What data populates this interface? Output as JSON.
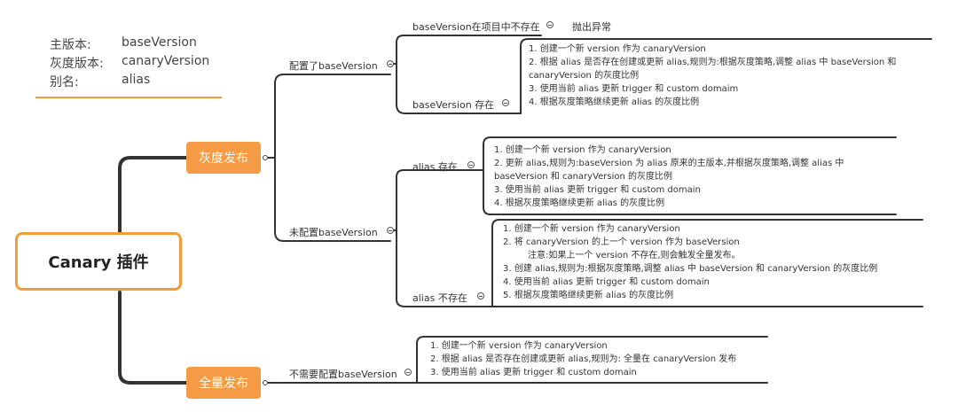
{
  "legend": {
    "rows": [
      {
        "key": "主版本:",
        "value": "baseVersion"
      },
      {
        "key": "灰度版本:",
        "value": "canaryVersion"
      },
      {
        "key": "别名:",
        "value": "alias"
      }
    ]
  },
  "root": {
    "label": "Canary 插件"
  },
  "canary_branch": {
    "label": "灰度发布",
    "configured": {
      "label": "配置了baseVersion",
      "not_exist": {
        "label": "baseVersion在项目中不存在",
        "result": "抛出异常"
      },
      "exists": {
        "label": "baseVersion 存在",
        "steps": [
          "1. 创建一个新 version 作为 canaryVersion",
          "2. 根据 alias 是否存在创建或更新 alias,规则为:根据灰度策略,调整 alias 中 baseVersion 和",
          "canaryVersion 的灰度比例",
          "3. 使用当前 alias 更新 trigger 和 custom domaim",
          "4. 根据灰度策略继续更新 alias 的灰度比例"
        ]
      }
    },
    "not_configured": {
      "label": "未配置baseVersion",
      "alias_exists": {
        "label": "alias 存在",
        "steps": [
          "1. 创建一个新 version 作为 canaryVersion",
          "2. 更新 alias,规则为:baseVersion 为 alias 原来的主版本,并根据灰度策略,调整 alias 中",
          "baseVersion 和 canaryVersion 的灰度比例",
          "3. 使用当前 alias 更新 trigger 和 custom domain",
          "4. 根据灰度策略继续更新 alias 的灰度比例"
        ]
      },
      "alias_missing": {
        "label": "alias 不存在",
        "steps": [
          "1. 创建一个新 version 作为 canaryVersion",
          "2. 将 canaryVersion 的上一个 version 作为 baseVersion",
          "注意:如果上一个 version 不存在,则会触发全量发布。",
          "3. 创建 alias,规则为:根据灰度策略,调整 alias 中 baseVersion 和 canaryVersion 的灰度比例",
          "4. 使用当前 alias 更新 trigger 和 custom domain",
          "5. 根据灰度策略继续更新 alias 的灰度比例"
        ]
      }
    }
  },
  "full_branch": {
    "label": "全量发布",
    "sub": {
      "label": "不需要配置baseVersion",
      "steps": [
        "1. 创建一个新 version 作为 canaryVersion",
        "2. 根据 alias 是否存在创建或更新 alias,规则为: 全量在 canaryVersion 发布",
        "3. 使用当前 alias 更新 trigger 和 custom domain"
      ]
    }
  }
}
